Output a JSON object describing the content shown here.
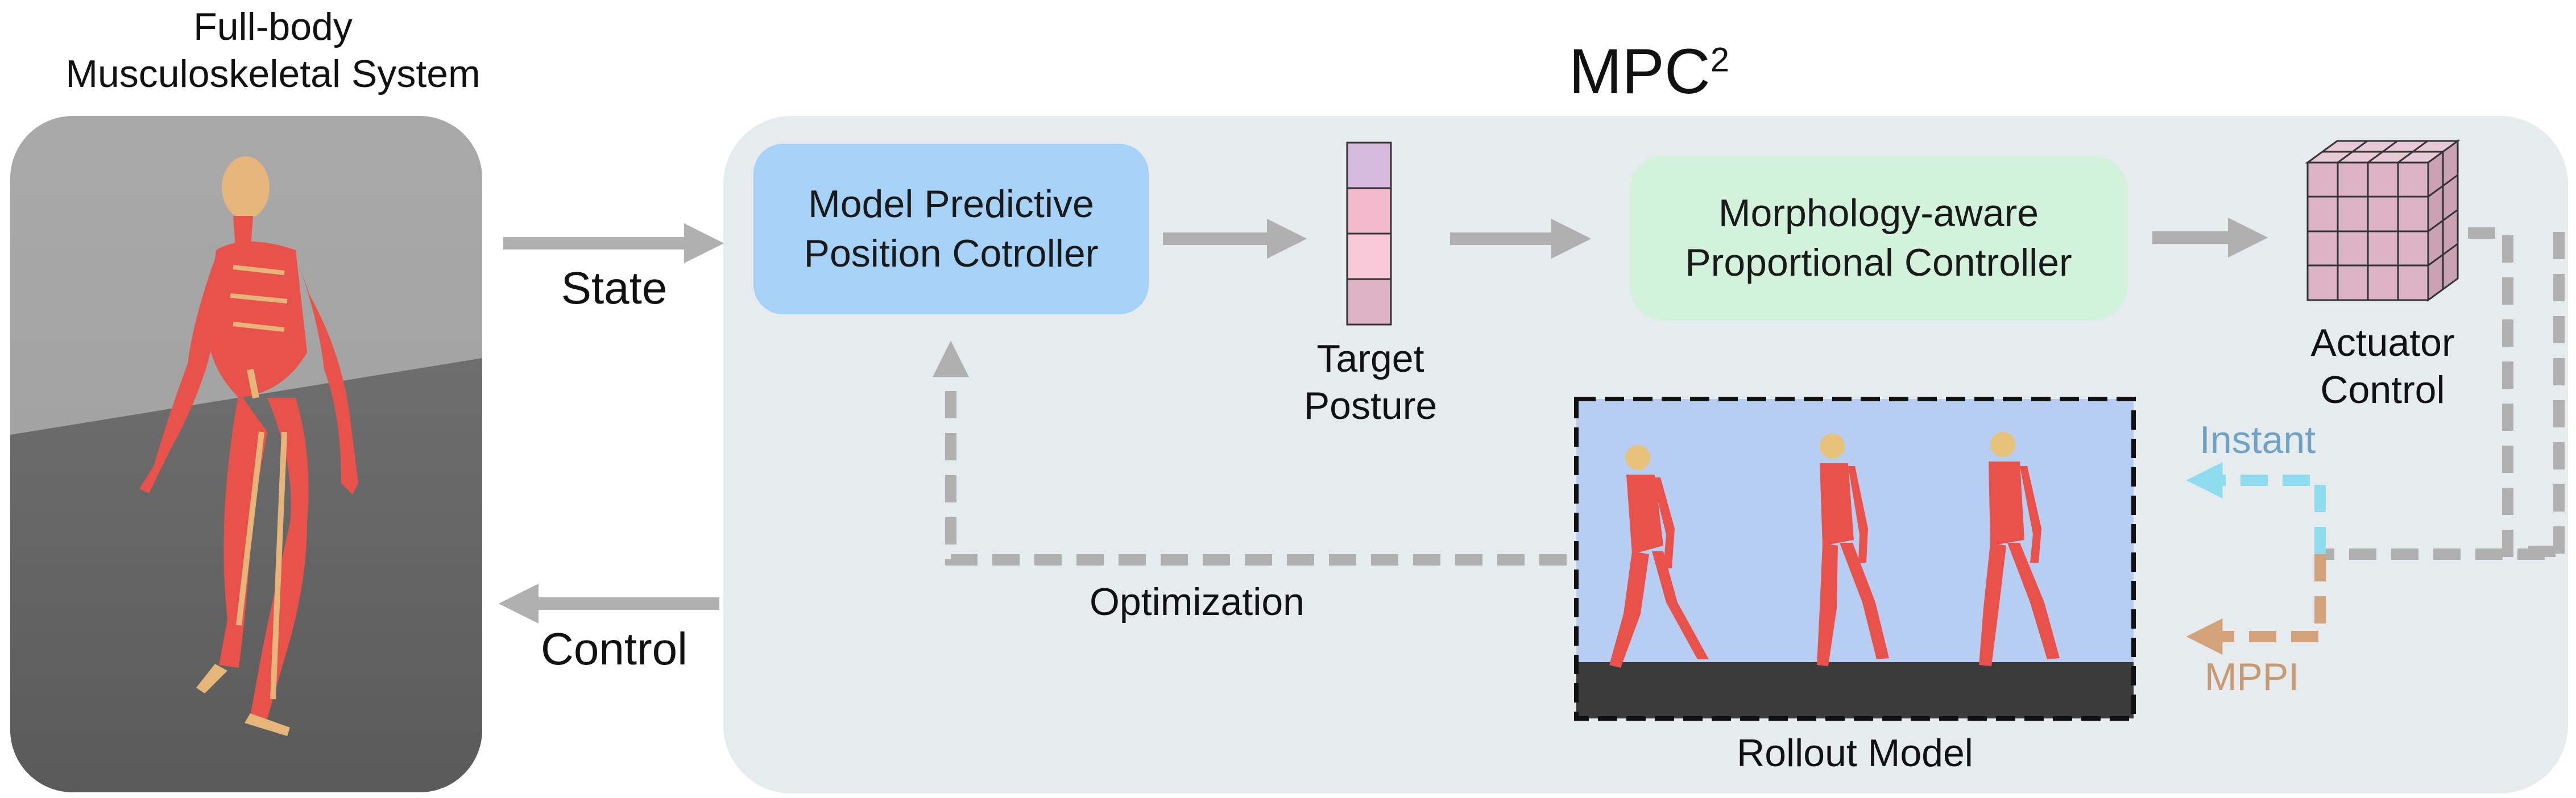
{
  "title": "MPC",
  "title_sup": "2",
  "system_label_line1": "Full-body",
  "system_label_line2": "Musculoskeletal System",
  "arrows": {
    "state": "State",
    "control": "Control",
    "optimization": "Optimization"
  },
  "blocks": {
    "mpc_line1": "Model Predictive",
    "mpc_line2": "Position Cotroller",
    "morph_line1": "Morphology-aware",
    "morph_line2": "Proportional Controller"
  },
  "target_posture_line1": "Target",
  "target_posture_line2": "Posture",
  "actuator_line1": "Actuator",
  "actuator_line2": "Control",
  "rollout_label": "Rollout Model",
  "modes": {
    "instant": "Instant",
    "mppi": "MPPI"
  },
  "colors": {
    "panel_bg": "#e6ebee",
    "mpc_block": "#a6d2f8",
    "morph_block": "#d2f2dc",
    "arrow_gray": "#b0b0b0",
    "instant": "#8fdcf0",
    "instant_text": "#6fa2c4",
    "mppi": "#d4a37c",
    "mppi_text": "#c79a73",
    "muscle_red": "#e8524a",
    "bone": "#e8c27a",
    "rollout_sky": "#b8cdf2",
    "posture_cells": [
      "#d8b9de",
      "#f3b9cc",
      "#f7c8d8",
      "#dcb4c6"
    ],
    "cube": "#dcb4c6"
  },
  "icons": [
    "skeleton-figure-icon",
    "target-posture-vector-icon",
    "actuator-cube-icon"
  ]
}
